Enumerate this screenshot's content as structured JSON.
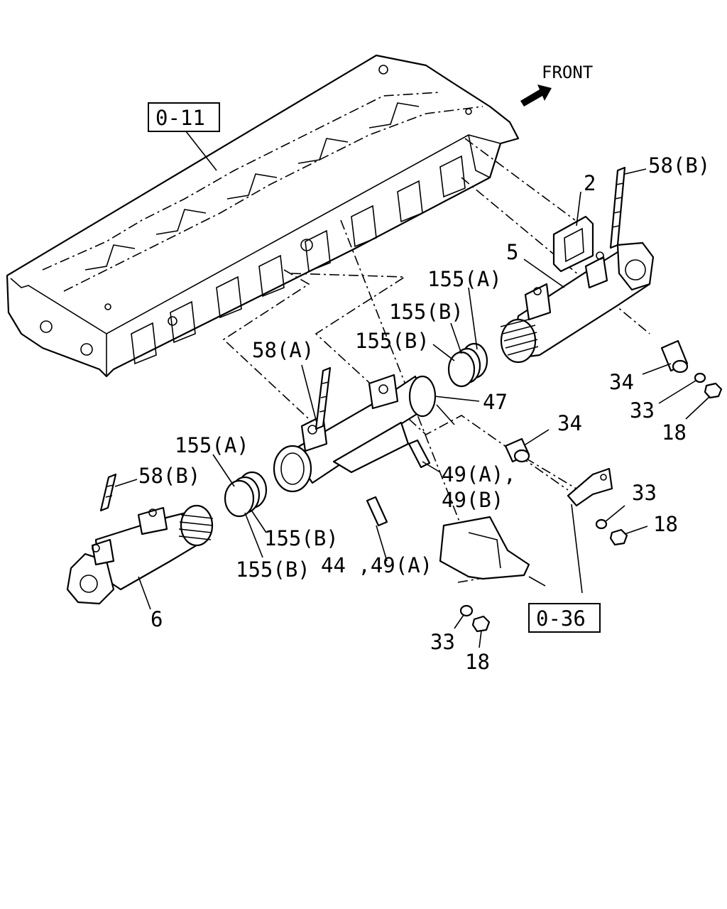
{
  "direction": {
    "label": "FRONT",
    "icon": "front-arrow-icon"
  },
  "refs": [
    "0-11",
    "0-36"
  ],
  "callouts": {
    "p2": "2",
    "p5": "5",
    "p6": "6",
    "p58b_top": "58(B)",
    "p58a": "58(A)",
    "p58b_left": "58(B)",
    "p155a_top": "155(A)",
    "p155b_top1": "155(B)",
    "p155b_top2": "155(B)",
    "p155a_left": "155(A)",
    "p155b_left1": "155(B)",
    "p155b_left2": "155(B)",
    "p47": "47",
    "p34_right": "34",
    "p34_mid": "34",
    "p33_right": "33",
    "p33_mid": "33",
    "p33_bottom": "33",
    "p18_right": "18",
    "p18_mid": "18",
    "p18_bottom": "18",
    "p49_line1": "49(A),",
    "p49_line2": "49(B)",
    "p44_49": "44 ,49(A)"
  }
}
